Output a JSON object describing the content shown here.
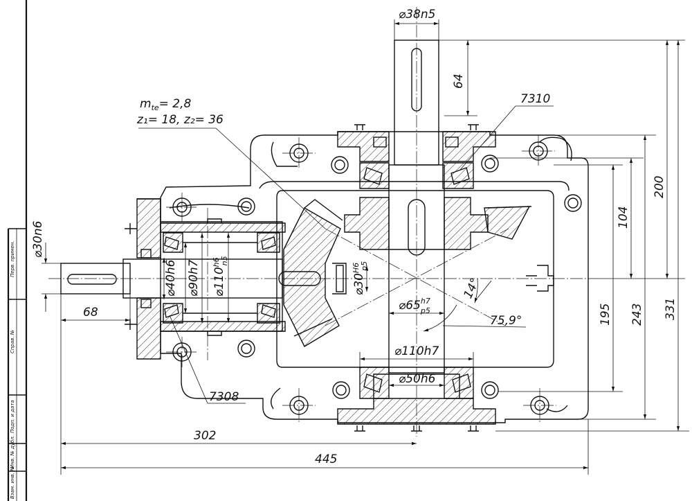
{
  "gear": {
    "module": "m",
    "module_sub": "te",
    "module_val": "= 2,8",
    "teeth": "z₁= 18, z₂= 36"
  },
  "bearings": {
    "top": "7310",
    "left": "7308"
  },
  "fits": {
    "output_shaft": "⌀38n5",
    "input_shaft": "⌀30n6",
    "shaft_40": "⌀40h6",
    "housing_90": "⌀90h7",
    "bore_110_a": "⌀110",
    "bore_110_a_num": "h6",
    "bore_110_a_den": "n5",
    "stub_30": "⌀30",
    "stub_30_num": "H6",
    "stub_30_den": "p5",
    "hub_65": "⌀65",
    "hub_65_num": "h7",
    "hub_65_den": "p5",
    "bore_110": "⌀110h7",
    "shaft_50": "⌀50h6"
  },
  "dims": {
    "d64": "64",
    "d200": "200",
    "d104": "104",
    "d195": "195",
    "d243": "243",
    "d331": "331",
    "d68": "68",
    "d302": "302",
    "d445": "445"
  },
  "angles": {
    "a1": "14°",
    "a2": "75,9°"
  },
  "stamp": [
    "Перв. примен.",
    "Справ. №",
    "Подп. и дата",
    "Инв. № дубл.",
    "Взам. инв. №"
  ]
}
